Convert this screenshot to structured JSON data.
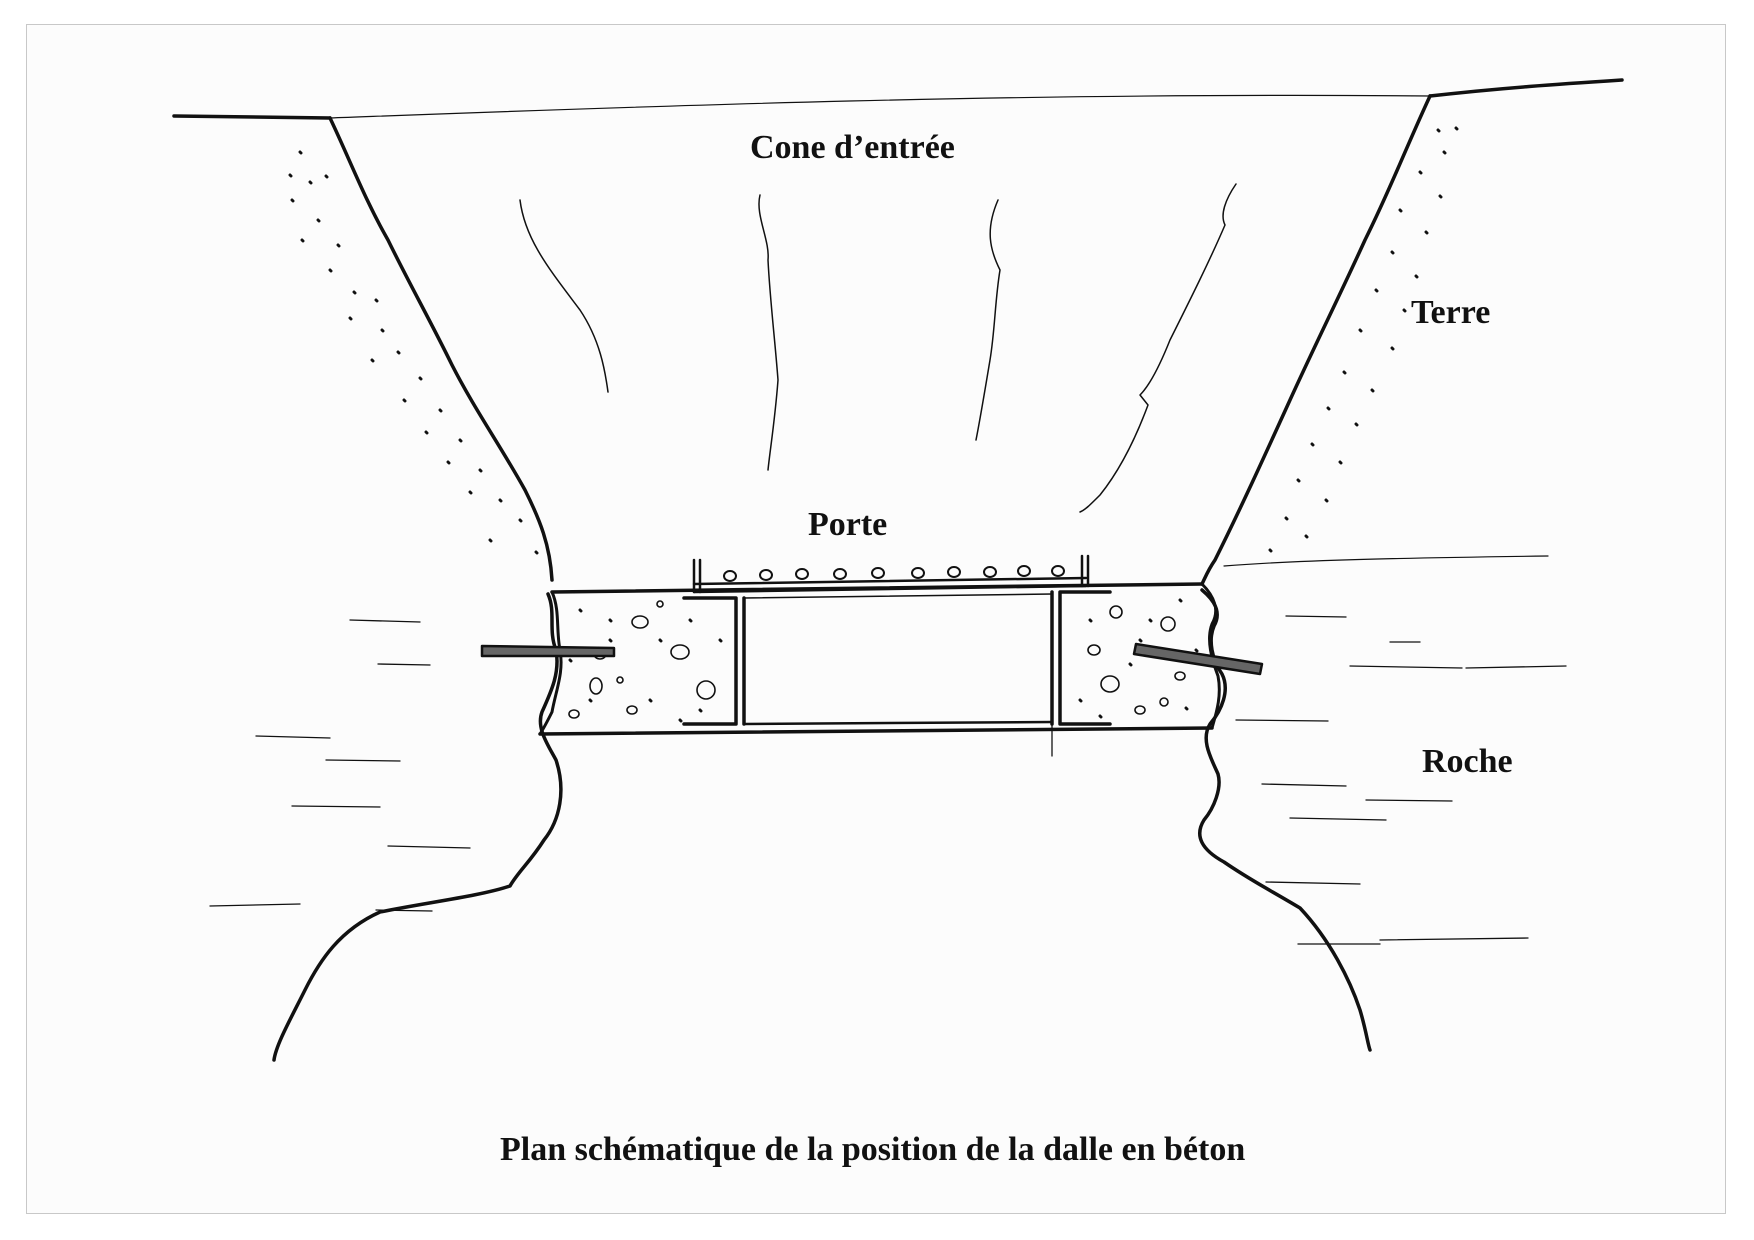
{
  "labels": {
    "cone": "Cone d’entrée",
    "terre": "Terre",
    "porte": "Porte",
    "roche": "Roche"
  },
  "caption": "Plan schématique de la position de la dalle en béton",
  "colors": {
    "ink": "#111111",
    "paper": "#fcfcfc"
  }
}
